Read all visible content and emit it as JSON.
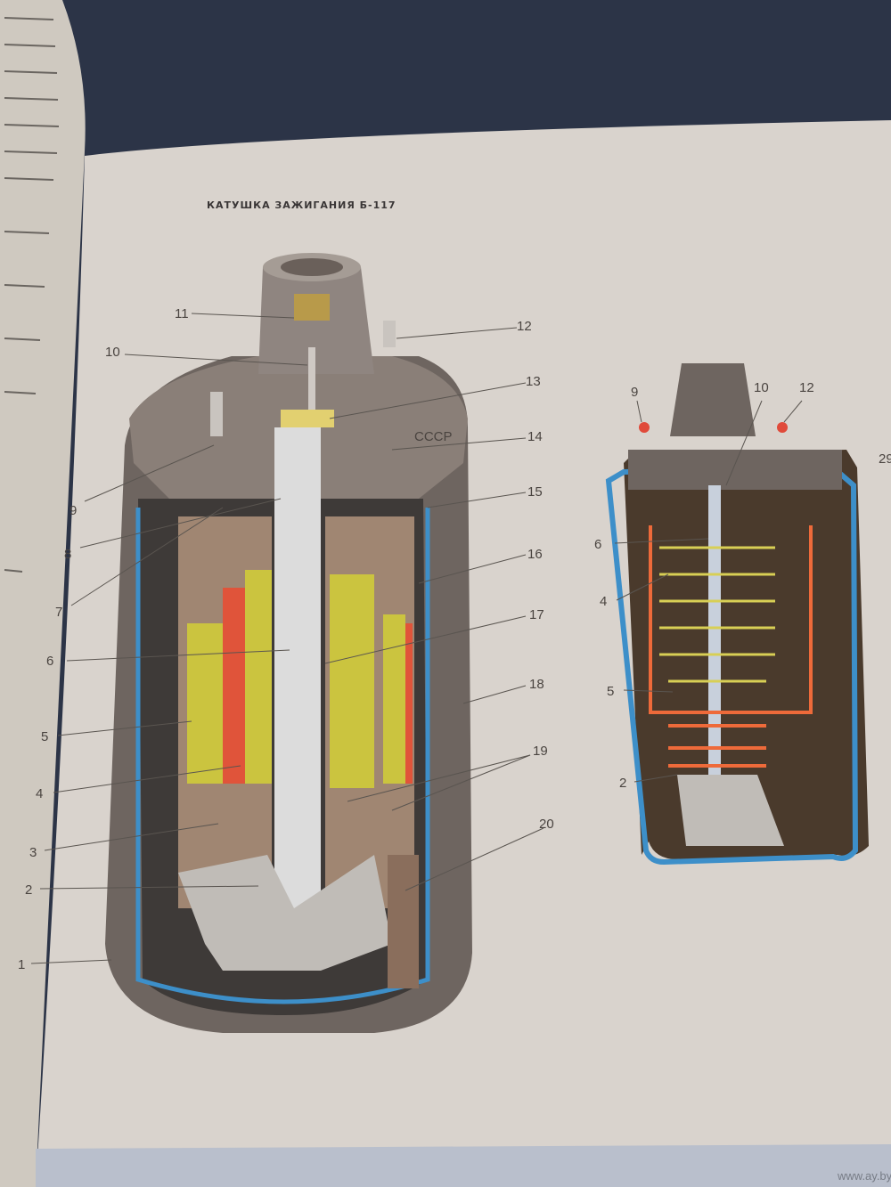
{
  "title": "КАТУШКА ЗАЖИГАНИЯ Б-117",
  "page_number": "29",
  "watermark": "www.ay.by",
  "cap_marking": "СССР",
  "main_diagram": {
    "labels": [
      "1",
      "2",
      "3",
      "4",
      "5",
      "6",
      "7",
      "8",
      "9",
      "10",
      "11",
      "12",
      "13",
      "14",
      "15",
      "16",
      "17",
      "18",
      "19",
      "20"
    ]
  },
  "schematic": {
    "labels": [
      "9",
      "10",
      "12",
      "6",
      "4",
      "5",
      "2"
    ]
  },
  "colors": {
    "page": "#d9d3cd",
    "insulation_blue": "#3d8fc9",
    "winding_yellow": "#c9c23a",
    "winding_red": "#e0543a",
    "housing": "#6e6560"
  }
}
